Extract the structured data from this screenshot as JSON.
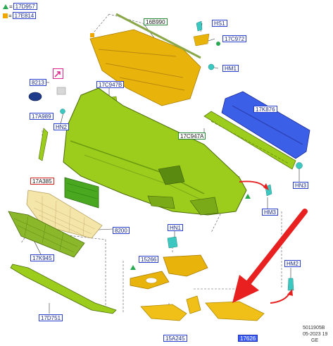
{
  "legend": [
    {
      "icon": "green-triangle-icon",
      "code": "17D957"
    },
    {
      "icon": "orange-square-icon",
      "code": "17E814"
    }
  ],
  "parts": {
    "p_16B990": "16B990",
    "p_HS1": "HS1",
    "p_17C972": "17C972",
    "p_HM1_top": "HM1",
    "p_8213": "8213",
    "p_17C947B": "17C947B",
    "p_17A989": "17A989",
    "p_HN2": "HN2",
    "p_17K876": "17K876",
    "p_17C947A": "17C947A",
    "p_17A385": "17A385",
    "p_HN3": "HN3",
    "p_HM3": "HM3",
    "p_8200": "8200",
    "p_17K945": "17K945",
    "p_HN1": "HN1",
    "p_15266": "15266",
    "p_HM2": "HM2",
    "p_17D751": "17D751",
    "p_15A245": "15A245",
    "p_17626": "17626"
  },
  "reference": {
    "code": "5011905B",
    "date": "05-2023 19",
    "region": "GE"
  },
  "colors": {
    "bumper_green": "#9ccc1c",
    "reinforcement_orange": "#e8b40c",
    "beam_blue": "#3c5fe8",
    "fastener_cyan": "#3cc8c0",
    "arrow_red": "#e82020"
  }
}
